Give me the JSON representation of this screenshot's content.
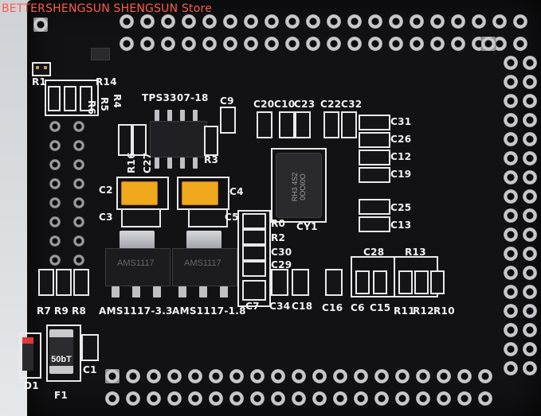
{
  "watermark": "BETTERSHENGSUN SHENGSUN Store",
  "labels": {
    "r1": "R1",
    "r14": "R14",
    "r4": "R4",
    "r5": "R5",
    "r6": "R6",
    "tps": "TPS3307-18",
    "c9": "C9",
    "c20": "C20",
    "c10": "C10",
    "c23": "C23",
    "c22": "C22",
    "c32": "C32",
    "c31": "C31",
    "c26": "C26",
    "c12": "C12",
    "c19": "C19",
    "r16": "R16",
    "c27": "C27",
    "r3": "R3",
    "c2": "C2",
    "c4": "C4",
    "c3": "C3",
    "c5": "C5",
    "r0": "R0",
    "cy1": "CY1",
    "r2": "R2",
    "c30": "C30",
    "c29": "C29",
    "c25": "C25",
    "c13": "C13",
    "c28": "C28",
    "r13": "R13",
    "r7": "R7",
    "r9": "R9",
    "r8": "R8",
    "ams33": "AMS1117-3.3",
    "ams18": "AMS1117-1.8",
    "c7": "C7",
    "c34": "C34",
    "c18": "C18",
    "c16": "C16",
    "c6": "C6",
    "c15": "C15",
    "r11": "R11",
    "r12": "R12",
    "r10": "R10",
    "d1": "D1",
    "f1": "F1",
    "c1": "C1"
  },
  "chip_text": {
    "crystal": "RH3  4S2 0OOI0O",
    "fuse": "50bT",
    "reg33": "AMS1117",
    "reg18": "AMS1117"
  },
  "colors": {
    "pcb": "#121214",
    "silkscreen": "#f2f2f2",
    "tantalum": "#f0a81c",
    "pad": "#c9c9cc",
    "watermark": "#ff5a4a"
  }
}
